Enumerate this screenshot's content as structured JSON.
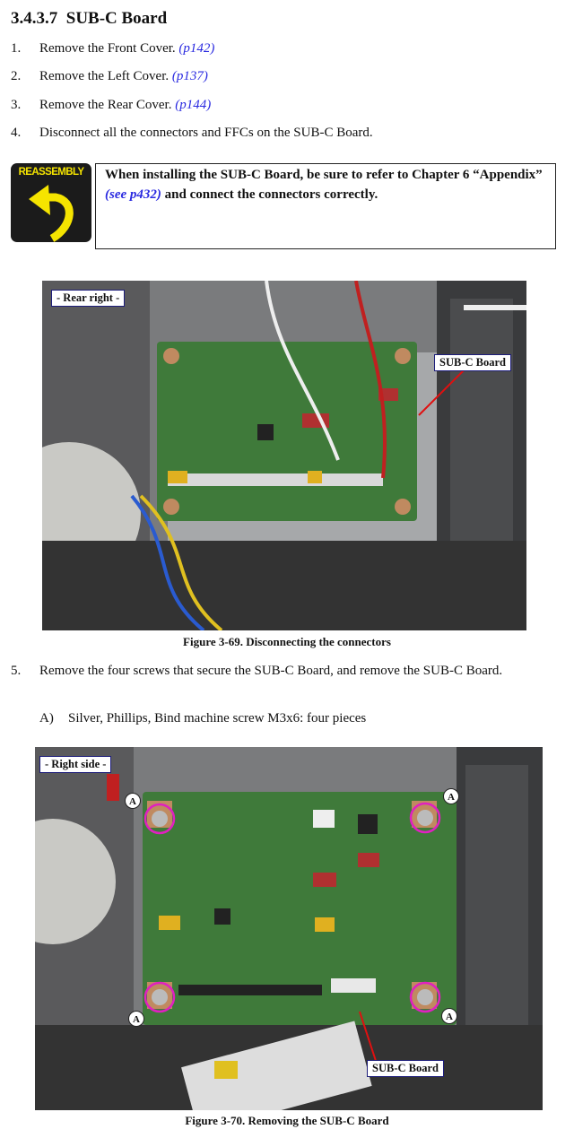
{
  "section": {
    "number": "3.4.3.7",
    "title": "SUB-C Board"
  },
  "steps": [
    {
      "num": "1.",
      "text": "Remove the Front Cover.",
      "ref": "(p142)"
    },
    {
      "num": "2.",
      "text": "Remove the Left Cover.",
      "ref": "(p137)"
    },
    {
      "num": "3.",
      "text": "Remove the Rear Cover.",
      "ref": "(p144)"
    },
    {
      "num": "4.",
      "text": "Disconnect all the connectors and FFCs on the SUB-C Board."
    }
  ],
  "note": {
    "icon_label": "REASSEMBLY",
    "text_before": "When installing the SUB-C Board, be sure to refer to Chapter 6 “Appendix” ",
    "ref": "(see p432)",
    "text_after": " and connect the connectors correctly."
  },
  "figure1": {
    "view_label": "- Rear right -",
    "callout": "SUB-C Board",
    "caption": "Figure 3-69.  Disconnecting the connectors"
  },
  "step5": {
    "num": "5.",
    "text": "Remove the four screws that secure the SUB-C Board, and remove the SUB-C Board.",
    "sub": {
      "num": "A)",
      "text": "Silver, Phillips, Bind machine screw M3x6: four pieces"
    }
  },
  "figure2": {
    "view_label": "- Right side -",
    "callout": "SUB-C Board",
    "screw_marker": "A",
    "caption": "Figure 3-70.  Removing the SUB-C Board"
  },
  "colors": {
    "link": "#2a2ae0",
    "board": "#3f7a3a",
    "screw_circle": "#e020c0",
    "callout_arrow": "#e01010"
  }
}
